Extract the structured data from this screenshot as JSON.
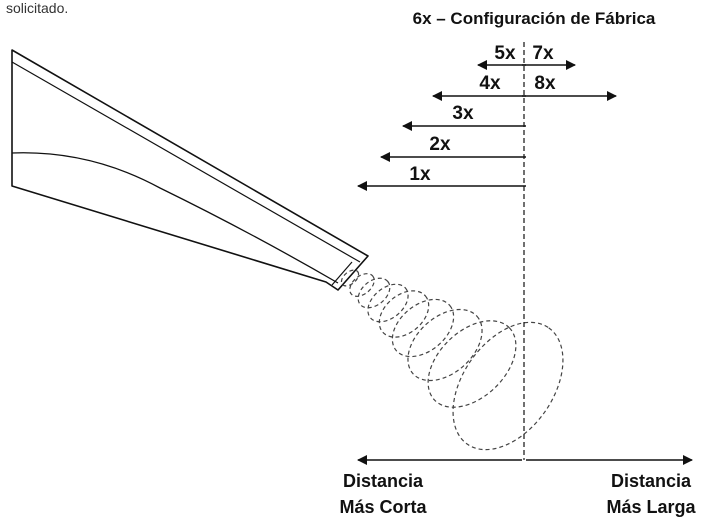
{
  "top_note": "solicitado.",
  "title": "6x – Configuración de Fábrica",
  "levels": {
    "1x": "1x",
    "2x": "2x",
    "3x": "3x",
    "4x": "4x",
    "5x": "5x",
    "7x": "7x",
    "8x": "8x"
  },
  "bottom": {
    "left_line1": "Distancia",
    "left_line2": "Más Corta",
    "right_line1": "Distancia",
    "right_line2": "Más Larga"
  },
  "colors": {
    "ink": "#111111",
    "device_fill": "#ffffff"
  }
}
